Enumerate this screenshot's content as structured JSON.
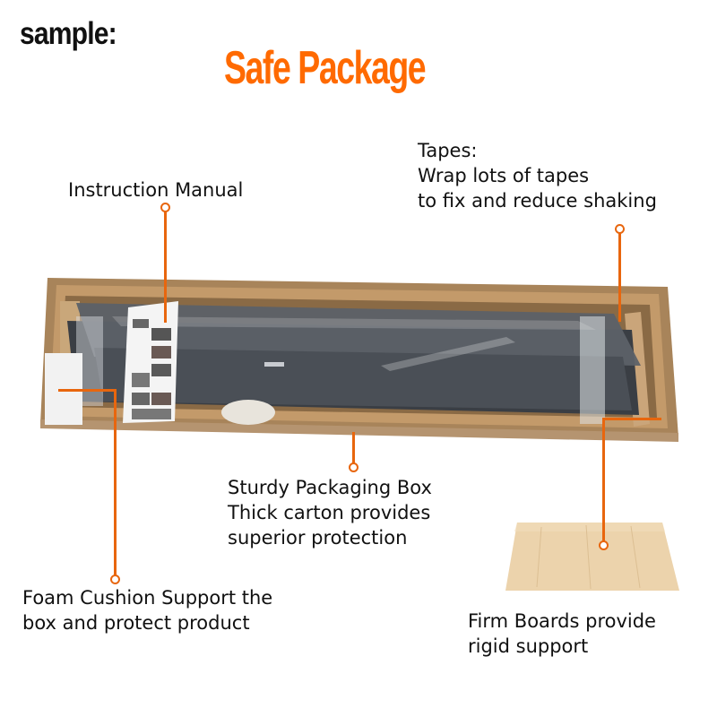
{
  "header": {
    "sample_label": "sample:",
    "title": "Safe Package"
  },
  "colors": {
    "accent": "#ff6a00",
    "leader_line": "#e8660e",
    "text": "#111111",
    "carton": "#b08a5e",
    "wood_board": "#e9cfa5",
    "product_gray": "#4b5057"
  },
  "callouts": {
    "instruction_manual": {
      "lines": [
        "Instruction Manual"
      ]
    },
    "tapes": {
      "lines": [
        "Tapes:",
        "Wrap lots of tapes",
        "to fix and reduce shaking"
      ]
    },
    "packaging_box": {
      "lines": [
        "Sturdy Packaging Box",
        "Thick carton provides",
        "superior protection"
      ]
    },
    "foam_cushion": {
      "lines": [
        "Foam Cushion Support the",
        "box and protect product"
      ]
    },
    "firm_boards": {
      "lines": [
        "Firm Boards provide",
        "rigid support"
      ]
    }
  },
  "images": {
    "package_photo": "open-cardboard-box-with-wrapped-product",
    "board_photo": "plywood-board"
  }
}
